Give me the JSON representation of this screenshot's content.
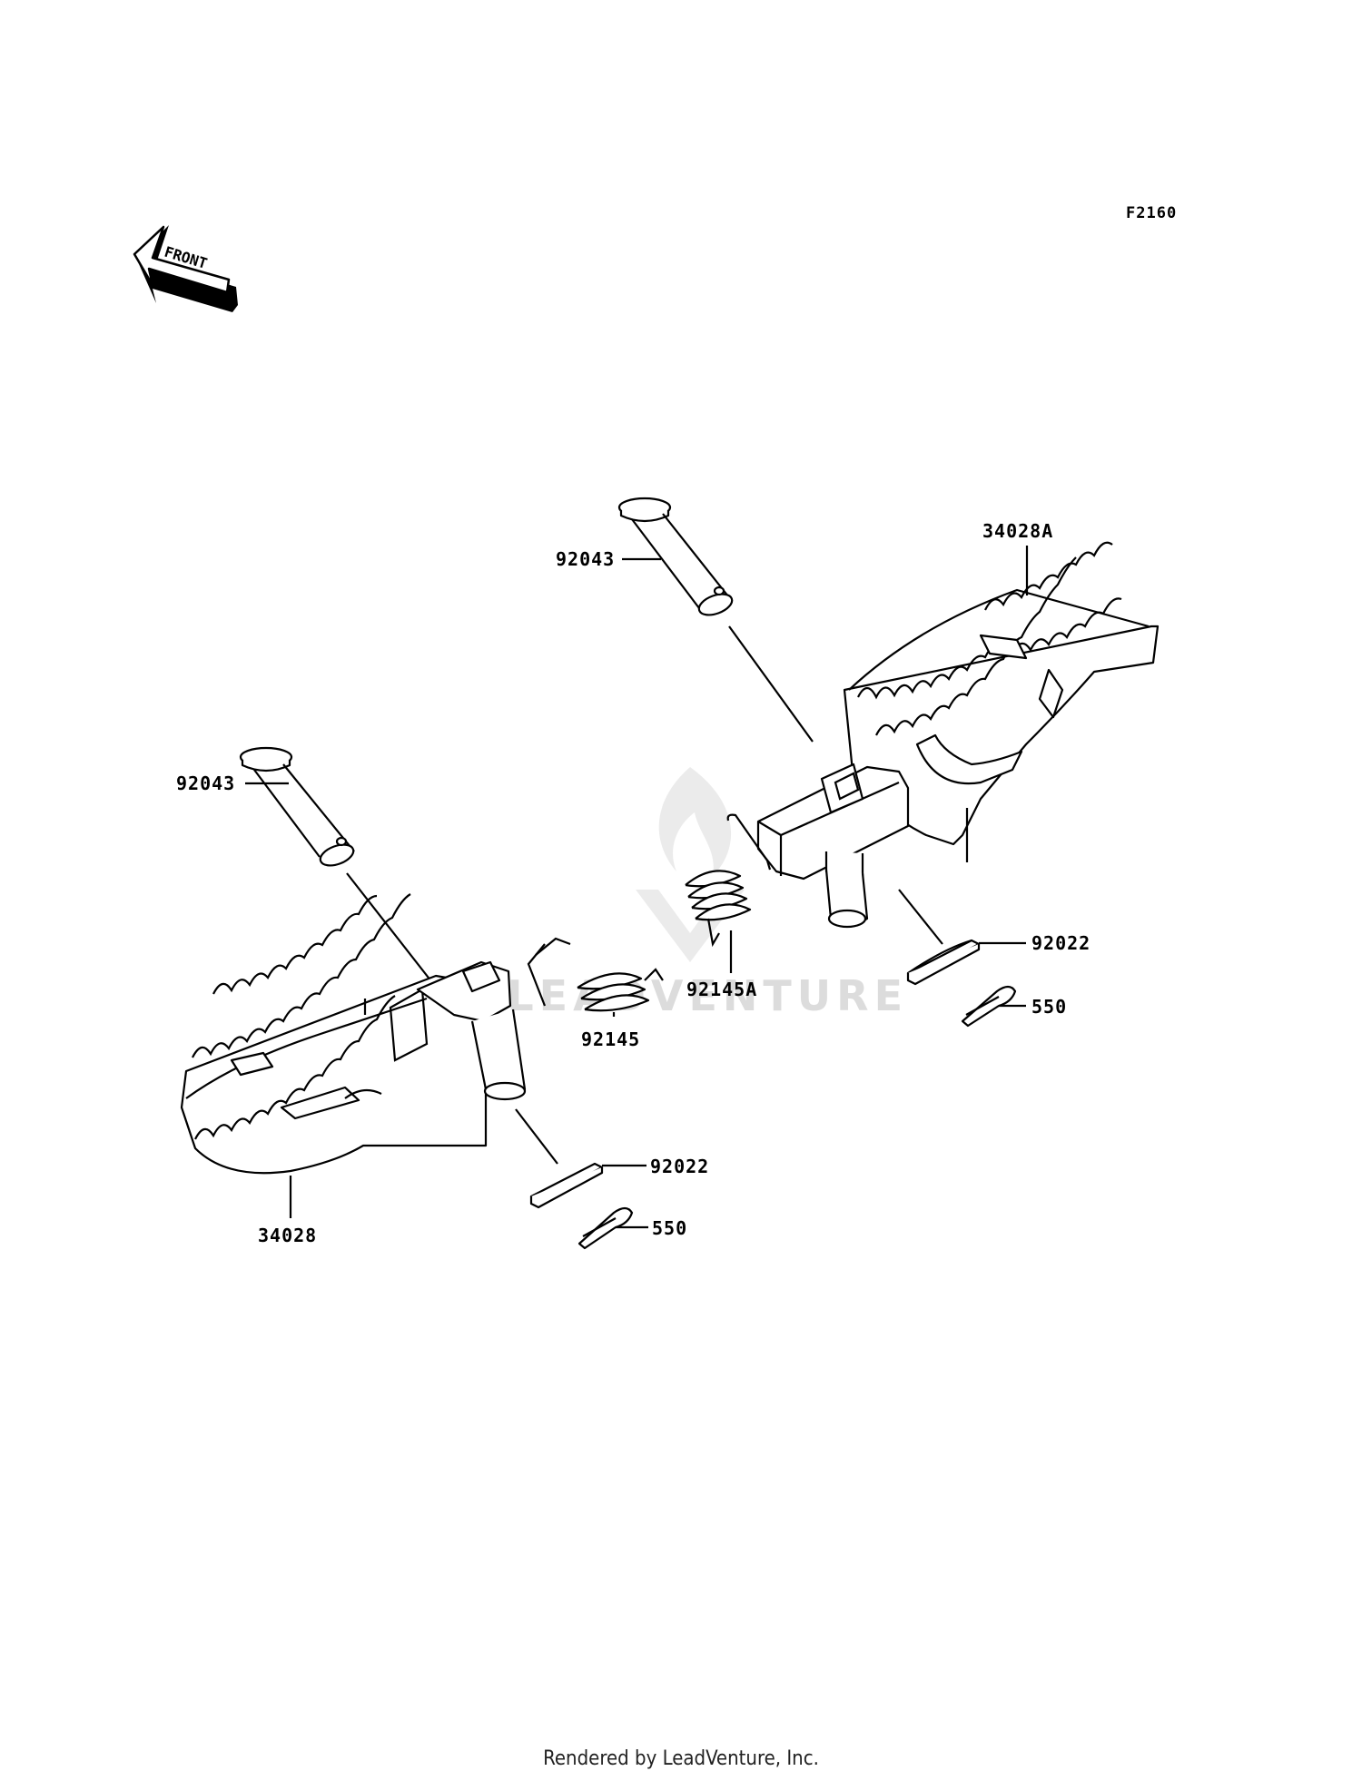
{
  "figure_code": "F2160",
  "front_arrow": {
    "text": "FRONT",
    "icon": "front-direction-arrow-icon"
  },
  "parts": {
    "pin_left": "92043",
    "pin_right": "92043",
    "footpeg_left": "34028",
    "footpeg_right": "34028A",
    "spring_left": "92145",
    "spring_right": "92145A",
    "washer_left": "92022",
    "washer_right": "92022",
    "cotter_pin_left": "550",
    "cotter_pin_right": "550"
  },
  "watermark": {
    "text": "LEADVENTURE",
    "logo": "leadventure-flame-logo-icon"
  },
  "footer": "Rendered by LeadVenture, Inc."
}
